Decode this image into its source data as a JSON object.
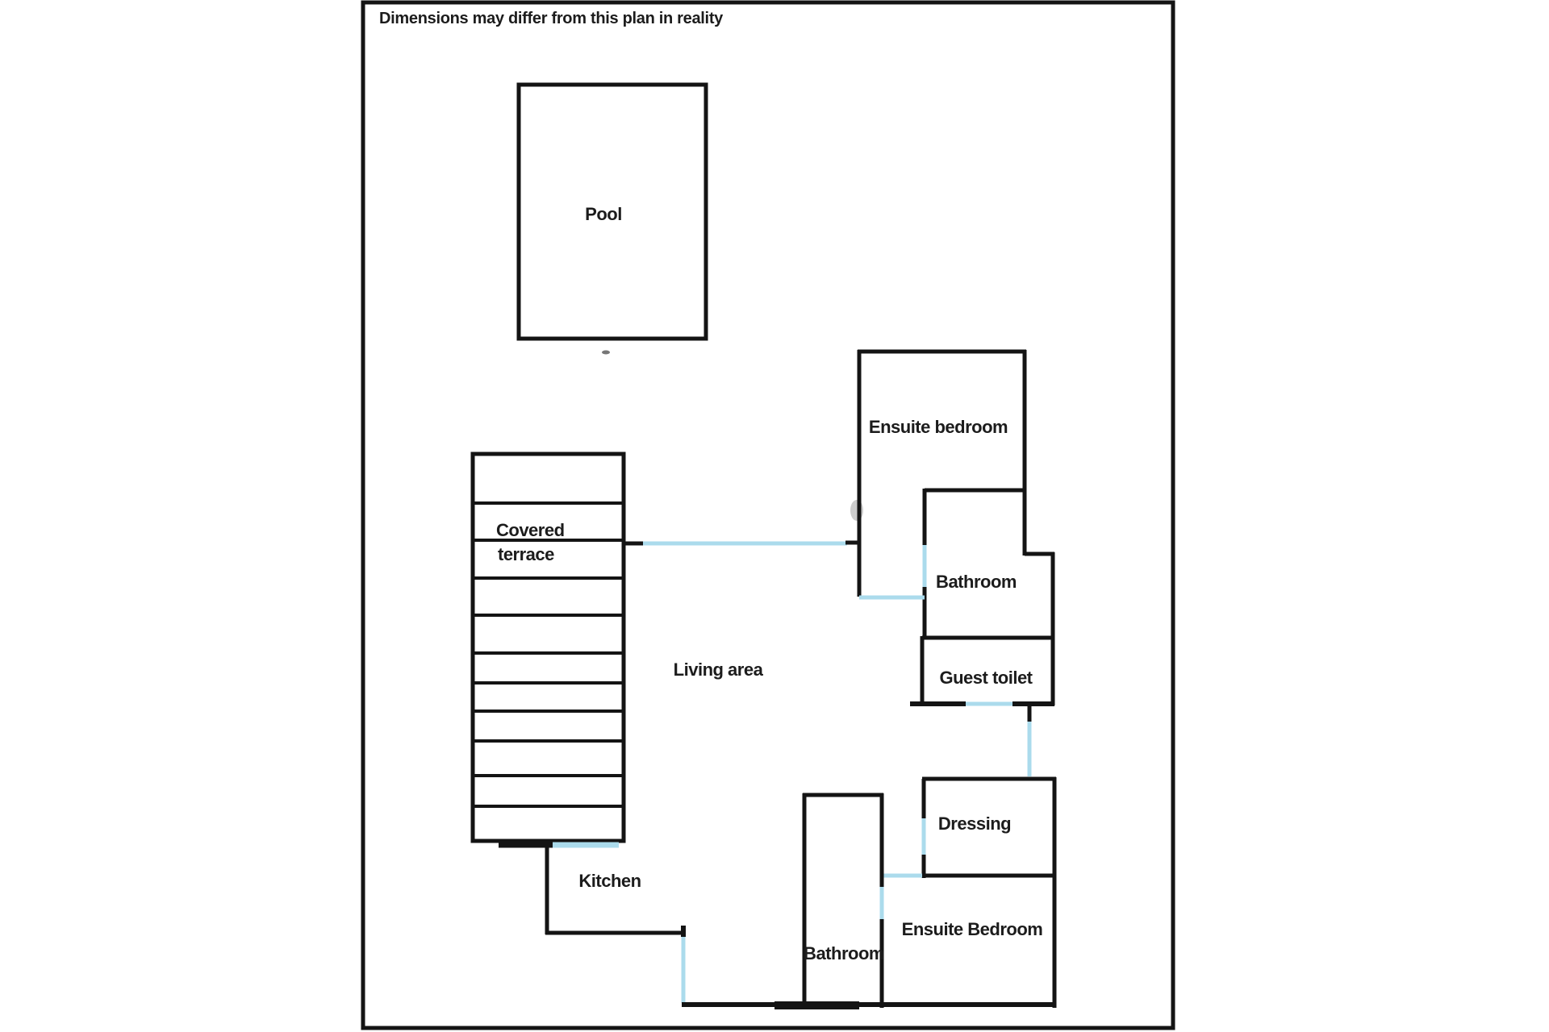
{
  "title": "Dimensions may differ from this plan in reality",
  "colors": {
    "wall": "#141414",
    "door": "#abdbec",
    "text": "#1c1c1c",
    "background": "#ffffff",
    "blob": "#cdcdcd"
  },
  "rooms": {
    "pool": "Pool",
    "terrace_line1": "Covered",
    "terrace_line2": "terrace",
    "living": "Living area",
    "kitchen": "Kitchen",
    "ensuite_top": "Ensuite bedroom",
    "bathroom_top": "Bathroom",
    "guest_toilet": "Guest toilet",
    "dressing": "Dressing",
    "bathroom_bottom": "Bathroom",
    "ensuite_bottom": "Ensuite Bedroom"
  }
}
